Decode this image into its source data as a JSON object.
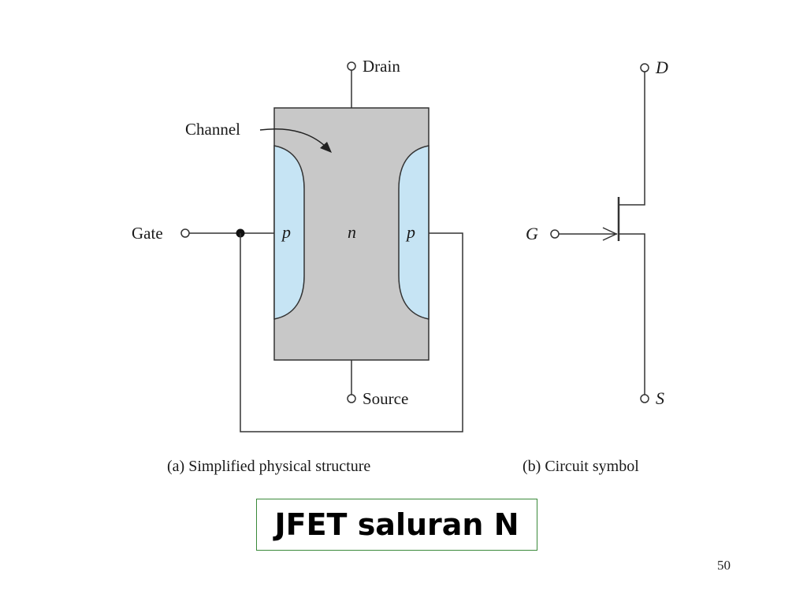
{
  "slide": {
    "title": "JFET saluran N",
    "page_number": "50"
  },
  "physical_structure": {
    "drain_label": "Drain",
    "source_label": "Source",
    "gate_label": "Gate",
    "channel_label": "Channel",
    "p_left": "p",
    "n_label": "n",
    "p_right": "p",
    "caption": "(a) Simplified physical structure"
  },
  "circuit_symbol": {
    "d_label": "D",
    "g_label": "G",
    "s_label": "S",
    "caption": "(b) Circuit symbol"
  },
  "colors": {
    "substrate": "#c8c8c8",
    "p_region": "#c6e4f4",
    "wire": "#333333",
    "title_border": "#3a8a3a"
  }
}
